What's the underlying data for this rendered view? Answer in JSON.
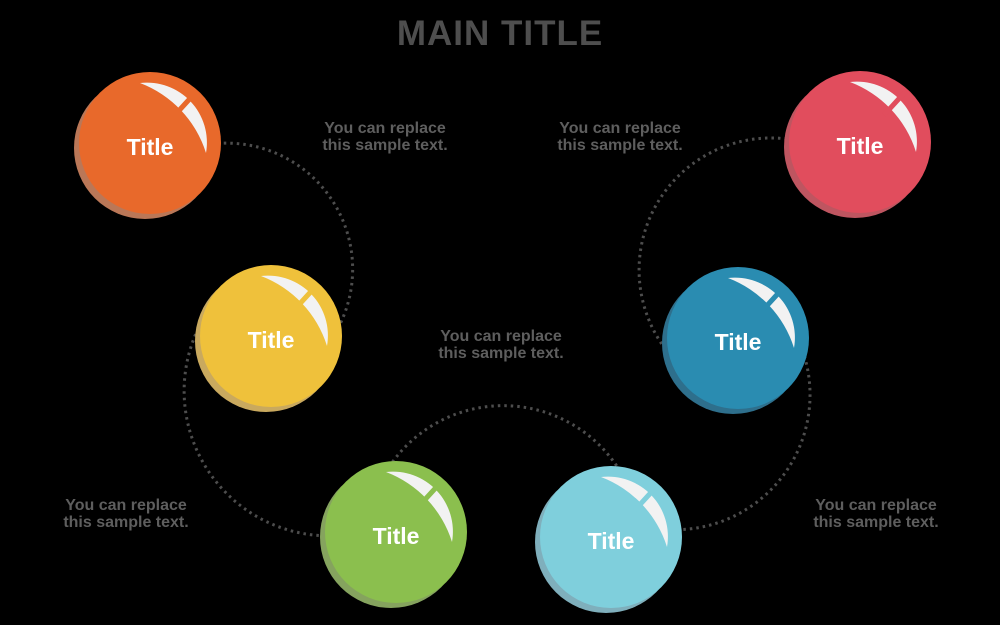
{
  "title": "MAIN TITLE",
  "captions": {
    "top_left": "You can replace\nthis sample text.",
    "top_right": "You can replace\nthis sample text.",
    "center": "You can replace\nthis sample text.",
    "bottom_left": "You can replace\nthis sample text.",
    "bottom_right": "You can replace\nthis sample text."
  },
  "spheres": [
    {
      "name": "orange",
      "label": "Title",
      "color": "#E8692B",
      "shade": "#BA7757"
    },
    {
      "name": "yellow",
      "label": "Title",
      "color": "#EFC13B",
      "shade": "#C9A95E"
    },
    {
      "name": "green",
      "label": "Title",
      "color": "#8BBF4E",
      "shade": "#85A35E"
    },
    {
      "name": "light-blue",
      "label": "Title",
      "color": "#7FCFDC",
      "shade": "#7FAFBC"
    },
    {
      "name": "teal",
      "label": "Title",
      "color": "#2A8CB1",
      "shade": "#2E6F8C"
    },
    {
      "name": "red",
      "label": "Title",
      "color": "#E14D5D",
      "shade": "#BE5560"
    }
  ],
  "colors": {
    "background": "#000000",
    "title_text": "#4E4E4E",
    "caption_text": "#5E5E5E",
    "connector_dots": "#4D4D4D",
    "sphere_label_text": "#FFFFFF",
    "sphere_highlight": "#F2F2F2"
  }
}
